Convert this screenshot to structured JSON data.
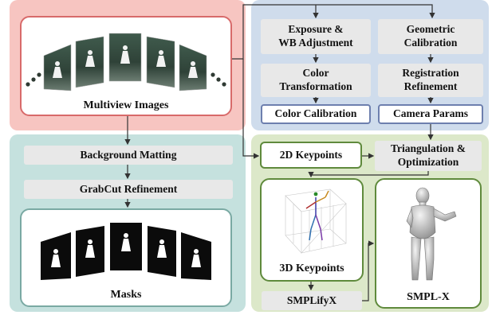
{
  "colors": {
    "red_panel": "#f7c5c1",
    "blue_panel": "#cfdcec",
    "teal_panel": "#c5e1de",
    "green_panel": "#dce8c9",
    "box_gray": "#e8e8e8",
    "red_border": "#d86a6a",
    "blue_border": "#6d7fae",
    "teal_border": "#7aa9a3",
    "green_border": "#5f8a3c"
  },
  "capture": {
    "title": "Multiview Images"
  },
  "calibration": {
    "exposure": "Exposure &\nWB Adjustment",
    "color_transform": "Color\nTransformation",
    "color_calibration": "Color Calibration",
    "geometric": "Geometric\nCalibration",
    "registration": "Registration\nRefinement",
    "camera_params": "Camera Params"
  },
  "segmentation": {
    "background_matting": "Background Matting",
    "grabcut": "GrabCut Refinement",
    "masks": "Masks"
  },
  "reconstruction": {
    "keypoints_2d": "2D Keypoints",
    "triangulation": "Triangulation &\nOptimization",
    "keypoints_3d": "3D Keypoints",
    "smplifyx": "SMPLifyX",
    "smplx": "SMPL-X"
  }
}
